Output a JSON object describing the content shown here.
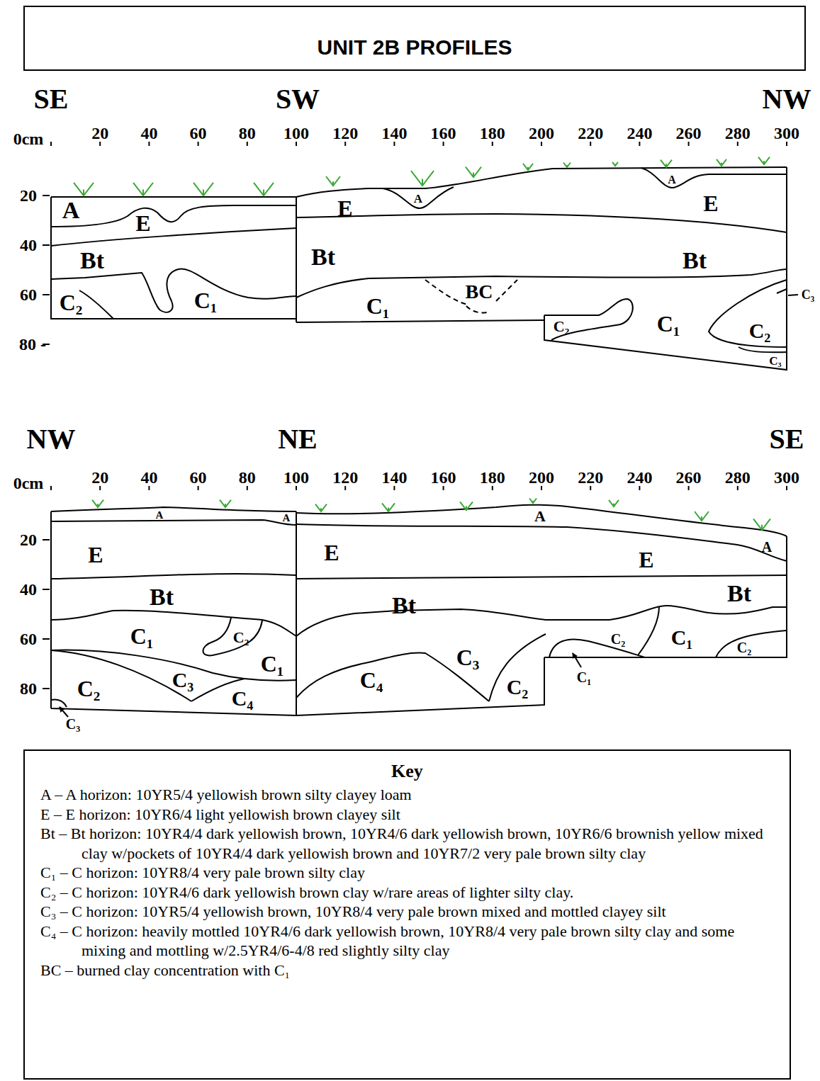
{
  "diagram": {
    "title": "UNIT 2B PROFILES",
    "nodes": [
      {
        "text": [
          "UNIT 2B PROFILES"
        ]
      },
      {
        "text": [
          "Key",
          "A – A horizon: 10YR5/4 yellowish brown silty clayey loam",
          "E – E horizon: 10YR6/4 light yellowish brown clayey silt",
          "Bt – Bt horizon: 10YR4/4 dark yellowish brown, 10YR4/6 dark yellowish brown, 10YR6/6 brownish yellow mixed clay w/pockets of 10YR4/4 dark yellowish brown and 10YR7/2 very pale brown silty clay",
          "C₁ – C horizon: 10YR8/4 very pale brown silty clay",
          "C₂ – C horizon: 10YR4/6 dark yellowish brown clay w/rare areas of lighter silty clay.",
          "C₃ – C horizon: 10YR5/4 yellowish brown, 10YR8/4 very pale brown mixed and mottled clayey silt",
          "C₄ – C horizon: heavily mottled 10YR4/6 dark yellowish brown, 10YR8/4 very pale brown silty clay and some mixing and mottling w/2.5YR4/6-4/8 red slightly silty clay",
          "BC – burned clay concentration with C₁"
        ]
      }
    ],
    "labels": [
      "SE",
      "SW",
      "NW",
      "0cm",
      "20",
      "40",
      "60",
      "80",
      "100",
      "120",
      "140",
      "160",
      "180",
      "200",
      "220",
      "240",
      "260",
      "280",
      "300",
      "20",
      "40",
      "60",
      "80 -",
      "A",
      "E",
      "Bt",
      "C₂",
      "C₁",
      "E",
      "A",
      "BC",
      "C₁",
      "Bt",
      "A",
      "E",
      "Bt",
      "C₃",
      "C₂",
      "C₁",
      "C₂",
      "C₃",
      "NW",
      "NE",
      "SE",
      "0cm",
      "20",
      "40",
      "60",
      "80",
      "100",
      "120",
      "140",
      "160",
      "180",
      "200",
      "220",
      "240",
      "260",
      "280",
      "300",
      "20",
      "40",
      "60",
      "80",
      "A",
      "A",
      "E",
      "Bt",
      "C₁",
      "C₂",
      "C₁",
      "C₂",
      "C₃",
      "C₄",
      "C₃",
      "E",
      "A",
      "E",
      "A",
      "Bt",
      "Bt",
      "C₃",
      "C₄",
      "C₂",
      "C₂",
      "C₁",
      "C₂",
      "C₁"
    ]
  }
}
